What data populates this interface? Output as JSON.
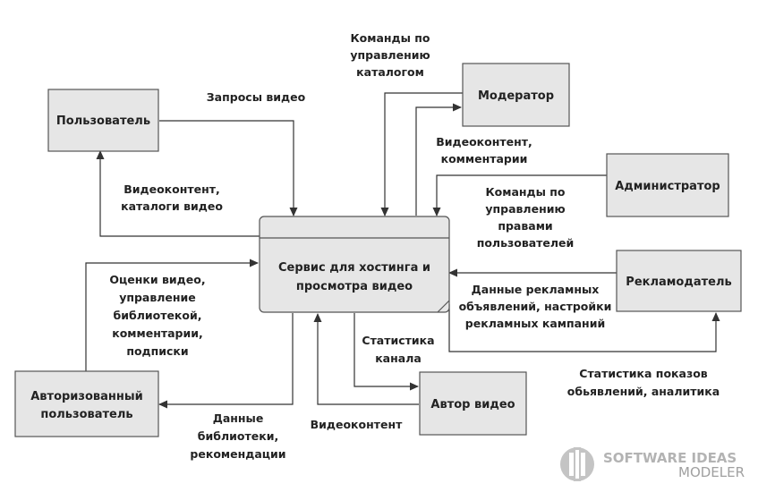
{
  "entities": {
    "user": "Пользователь",
    "moderator": "Модератор",
    "administrator": "Администратор",
    "service": [
      "Сервис для хостинга и",
      "просмотра видео"
    ],
    "advertiser": "Рекламодатель",
    "auth_user": [
      "Авторизованный",
      "пользователь"
    ],
    "author": "Автор видео"
  },
  "flows": {
    "video_requests": [
      "Запросы видео"
    ],
    "video_catalogs": [
      "Видеоконтент,",
      "каталоги видео"
    ],
    "catalog_commands": [
      "Команды по",
      "управлению",
      "каталогом"
    ],
    "content_comments": [
      "Видеоконтент,",
      "комментарии"
    ],
    "rights_commands": [
      "Команды по",
      "управлению",
      "правами",
      "пользователей"
    ],
    "ad_data": [
      "Данные рекламных",
      "объявлений, настройки",
      "рекламных кампаний"
    ],
    "ad_stats": [
      "Статистика показов",
      "обьявлений, аналитика"
    ],
    "ratings": [
      "Оценки видео,",
      "управление",
      "библиотекой,",
      "комментарии,",
      "подписки"
    ],
    "library_data": [
      "Данные",
      "библиотеки,",
      "рекомендации"
    ],
    "channel_stats": [
      "Статистика",
      "канала"
    ],
    "video_content": [
      "Видеоконтент"
    ]
  },
  "logo": {
    "main": "SOFTWARE IDEAS",
    "sub": "MODELER"
  }
}
